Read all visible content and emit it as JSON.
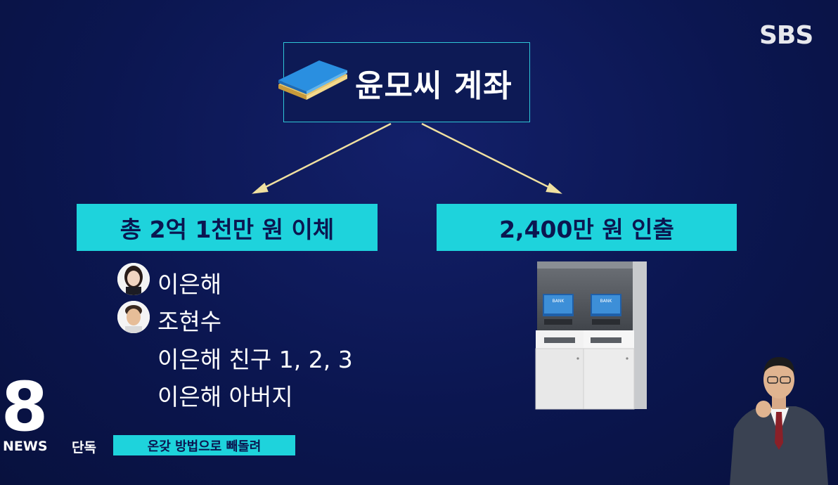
{
  "logo": {
    "broadcaster": "SBS"
  },
  "account": {
    "title": "윤모씨 계좌",
    "icon": "bankbook-icon"
  },
  "branches": {
    "transfer": {
      "label": "총 2억 1천만 원 이체"
    },
    "withdraw": {
      "label": "2,400만 원 인출"
    }
  },
  "recipients": [
    {
      "name": "이은해",
      "has_photo": true
    },
    {
      "name": "조현수",
      "has_photo": true
    },
    {
      "name": "이은해 친구 1, 2, 3",
      "has_photo": false
    },
    {
      "name": "이은해 아버지",
      "has_photo": false
    }
  ],
  "atm": {
    "screen_text": "BANK"
  },
  "news_bar": {
    "program_number": "8",
    "program_label": "NEWS",
    "tag": "단독",
    "caption": "온갖 방법으로 빼돌려"
  },
  "colors": {
    "background": "#0b1650",
    "accent_cyan": "#1ed3dc",
    "arrow_yellow": "#f0e0a0"
  }
}
